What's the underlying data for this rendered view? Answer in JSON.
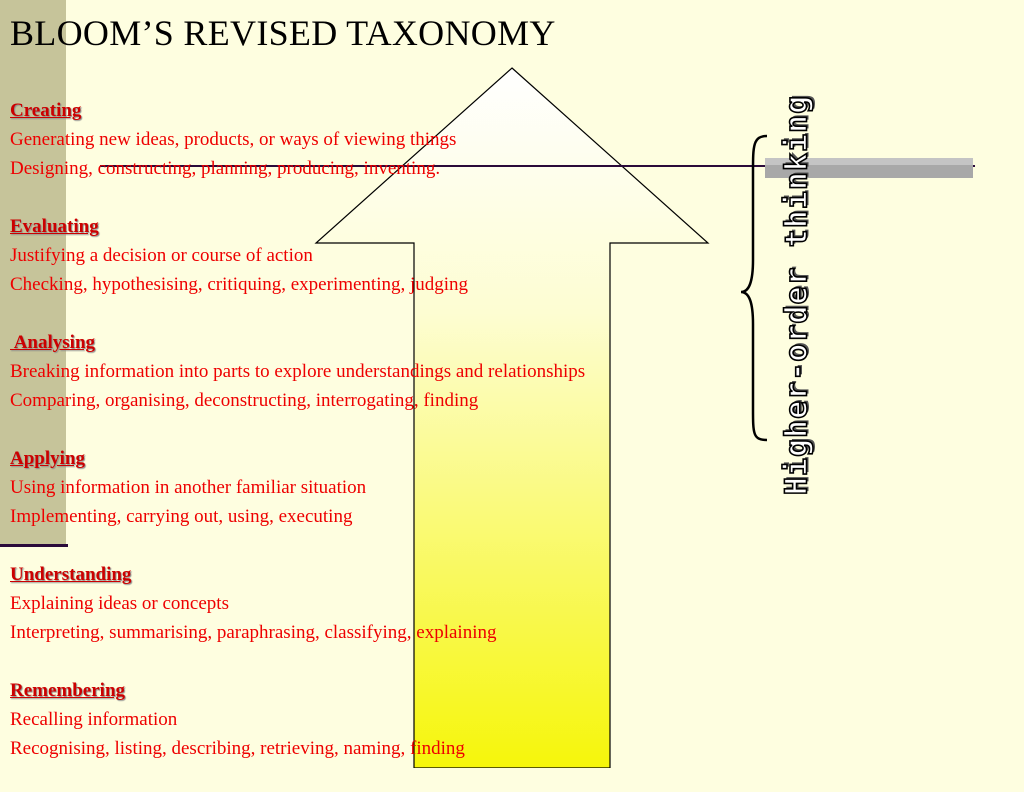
{
  "title": "BLOOM’S REVISED TAXONOMY",
  "levels": [
    {
      "name": "Creating",
      "line1": "Generating new ideas, products, or ways of viewing things",
      "line2": "Designing, constructing, planning, producing, inventing."
    },
    {
      "name": "Evaluating",
      "line1": "Justifying a decision or course of action",
      "line2": "Checking, hypothesising, critiquing, experimenting, judging"
    },
    {
      "name": " Analysing",
      "line1": "Breaking information into parts to explore understandings and relationships",
      "line2": "Comparing, organising, deconstructing, interrogating, finding"
    },
    {
      "name": "Applying",
      "line1": "Using information in another familiar situation",
      "line2": "Implementing, carrying out, using, executing"
    },
    {
      "name": "Understanding",
      "line1": "Explaining ideas or concepts",
      "line2": "Interpreting, summarising, paraphrasing, classifying, explaining"
    },
    {
      "name": "Remembering",
      "line1": "Recalling information",
      "line2": "Recognising, listing, describing, retrieving, naming, finding"
    }
  ],
  "side_label": "Higher-order thinking",
  "colors": {
    "background": "#fefee0",
    "text_red": "#ee0000",
    "arrow_top": "#ffffff",
    "arrow_bottom": "#f6f60a",
    "left_bar": "#c6c49a"
  },
  "icons": {
    "arrow": "up-arrow-icon",
    "bracket": "curly-brace-icon"
  }
}
